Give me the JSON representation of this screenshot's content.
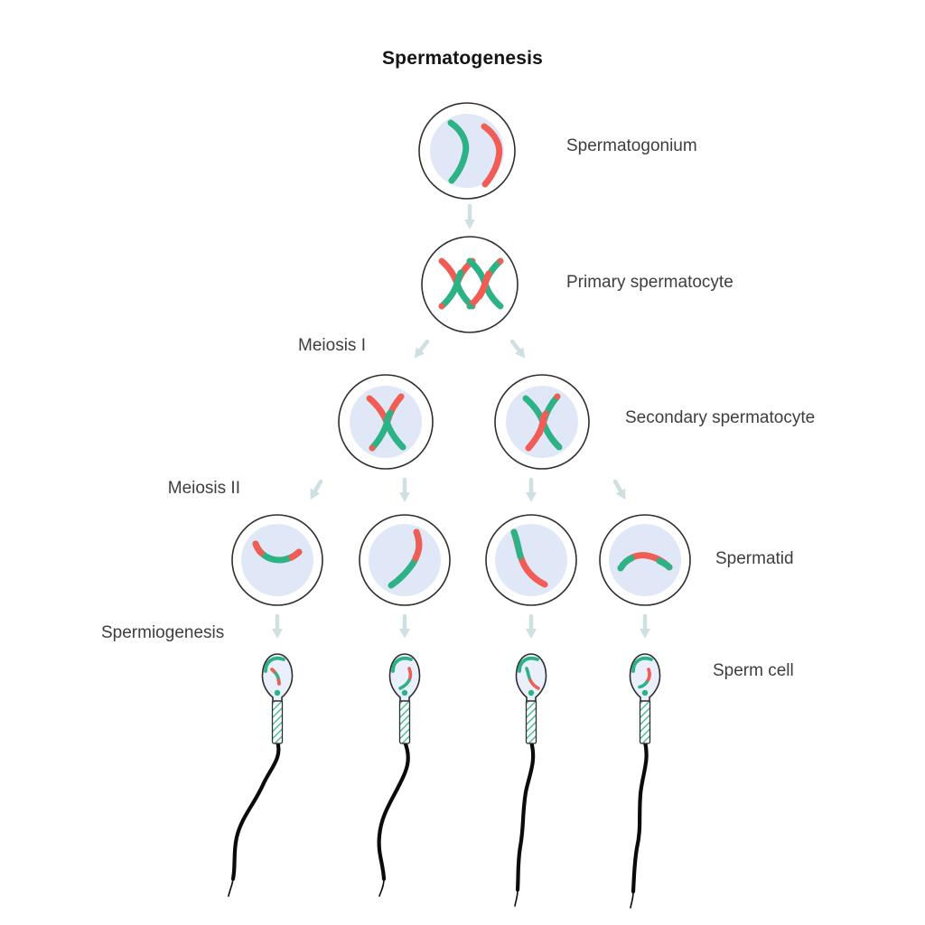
{
  "title": "Spermatogenesis",
  "labels": {
    "spermatogonium": "Spermatogonium",
    "primary_spermatocyte": "Primary spermatocyte",
    "meiosis_1": "Meiosis I",
    "secondary_spermatocyte": "Secondary spermatocyte",
    "meiosis_2": "Meiosis II",
    "spermatid": "Spermatid",
    "spermiogenesis": "Spermiogenesis",
    "sperm_cell": "Sperm cell"
  },
  "stages": [
    {
      "name": "Spermatogonium",
      "cell_count": 1,
      "contents": "two single curved chromosomes, one green and one red, inside pale blue nucleus"
    },
    {
      "name": "Primary spermatocyte",
      "cell_count": 1,
      "contents": "two X-shaped tetrads with red/green crossing-over segments"
    },
    {
      "name": "Secondary spermatocyte",
      "cell_count": 2,
      "contents": "one recombinant X-shaped chromosome per cell"
    },
    {
      "name": "Spermatid",
      "cell_count": 4,
      "contents": "one recombinant red/green chromatid per cell"
    },
    {
      "name": "Sperm cell",
      "cell_count": 4,
      "contents": "oval head with chromatid and green acrosome cap, green-striped midpiece, long black tail"
    }
  ],
  "processes": [
    {
      "name": "Meiosis I",
      "from": "Primary spermatocyte",
      "to": "Secondary spermatocyte"
    },
    {
      "name": "Meiosis II",
      "from": "Secondary spermatocyte",
      "to": "Spermatid"
    },
    {
      "name": "Spermiogenesis",
      "from": "Spermatid",
      "to": "Sperm cell"
    }
  ],
  "colors": {
    "chromosome_green": "#2db286",
    "chromosome_red": "#f15c55",
    "nucleus_fill": "#e0e8f8",
    "sperm_head_fill": "#eaf0fb",
    "cell_outline": "#2e2e2e",
    "arrow": "#cfe0e2",
    "tail_black": "#0b0b0b",
    "label_text": "#3e3e3e",
    "background": "#ffffff"
  }
}
